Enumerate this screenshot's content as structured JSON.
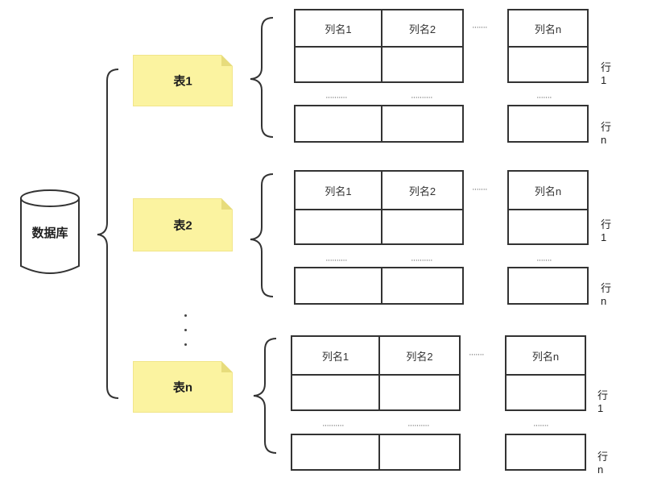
{
  "database": {
    "label": "数据库"
  },
  "tables": [
    {
      "name": "表1",
      "columns": [
        "列名1",
        "列名2",
        "列名n"
      ],
      "rows": [
        "行1",
        "行n"
      ]
    },
    {
      "name": "表2",
      "columns": [
        "列名1",
        "列名2",
        "列名n"
      ],
      "rows": [
        "行1",
        "行n"
      ]
    },
    {
      "name": "表n",
      "columns": [
        "列名1",
        "列名2",
        "列名n"
      ],
      "rows": [
        "行1",
        "行n"
      ]
    }
  ],
  "ellipsis": {
    "short": "·······",
    "long": "··········"
  }
}
